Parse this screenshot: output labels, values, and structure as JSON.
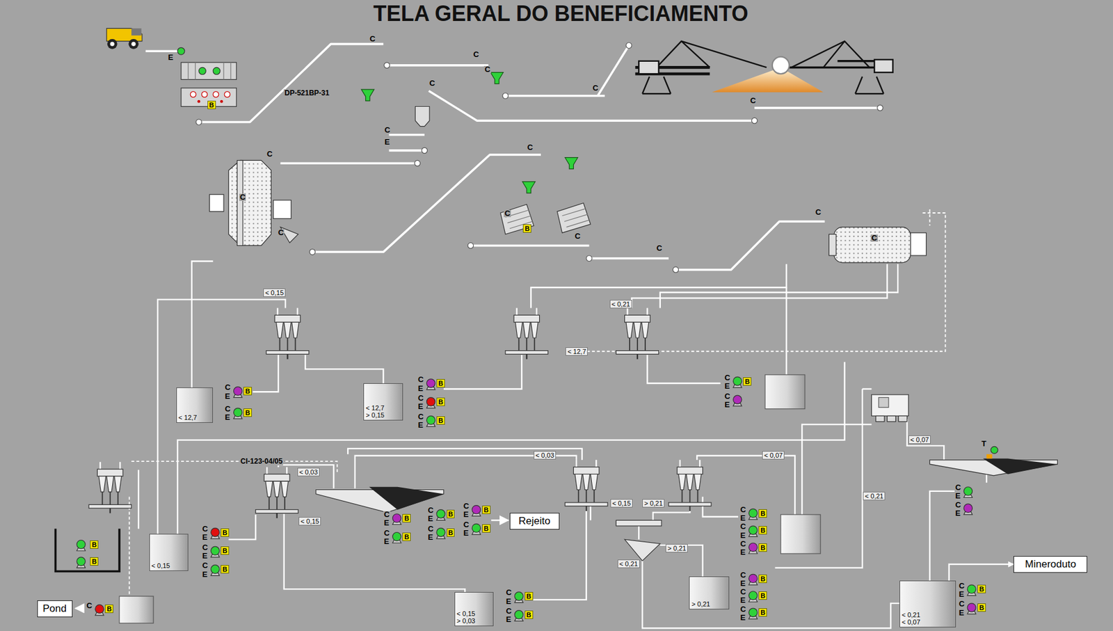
{
  "diagram": {
    "title": "TELA GERAL DO BENEFICIAMENTO",
    "nodes": [
      {
        "text": [
          "< 12,7"
        ]
      },
      {
        "text": [
          "< 12,7 > 0,15"
        ]
      },
      {
        "text": [
          "Rejeito"
        ]
      },
      {
        "text": [
          "< 0,15"
        ]
      },
      {
        "text": [
          "Mineroduto"
        ]
      },
      {
        "text": [
          "> 0,21"
        ]
      },
      {
        "text": [
          "< 0,21 < 0,07"
        ]
      },
      {
        "text": [
          "< 0,15 > 0,03"
        ]
      },
      {
        "text": [
          "Pond"
        ]
      }
    ],
    "edges": [
      {
        "from": 6,
        "to": 4,
        "arrow": "to"
      }
    ],
    "labels": [
      "E",
      "B",
      "C",
      "C",
      "C",
      "DP-521BP-31",
      "C",
      "C",
      "C",
      "C",
      "E",
      "C",
      "C",
      "C",
      "C",
      "C",
      "B",
      "C",
      "C",
      "C",
      "C",
      "T",
      "CI-123-04/05",
      "< 0,15",
      "< 0,21",
      "< 12,7",
      "< 0,03",
      "< 0,15",
      "< 0,03",
      "< 0,07",
      "< 0,15",
      "> 0,21",
      "> 0,21",
      "< 0,21",
      "< 0,21",
      "< 0,07",
      "C",
      "E",
      "B",
      "C",
      "E",
      "B",
      "C",
      "E",
      "B",
      "C",
      "E",
      "B",
      "C",
      "E",
      "B",
      "C",
      "E",
      "B",
      "C",
      "E",
      "C",
      "E",
      "B",
      "C",
      "E",
      "B",
      "C",
      "E",
      "B",
      "B",
      "B",
      "C",
      "E",
      "B",
      "C",
      "E",
      "B",
      "C",
      "E",
      "B",
      "C",
      "E",
      "B",
      "C",
      "E",
      "B",
      "C",
      "E",
      "B",
      "C",
      "E",
      "B",
      "C",
      "E",
      "B",
      "C",
      "E",
      "B",
      "C",
      "E",
      "B",
      "C",
      "E",
      "B",
      "C",
      "E",
      "B",
      "C",
      "E",
      "B",
      "C",
      "E",
      "B",
      "C",
      "E",
      "C",
      "E",
      "C",
      "E",
      "B",
      "C",
      "E",
      "B",
      "C",
      "B"
    ]
  }
}
